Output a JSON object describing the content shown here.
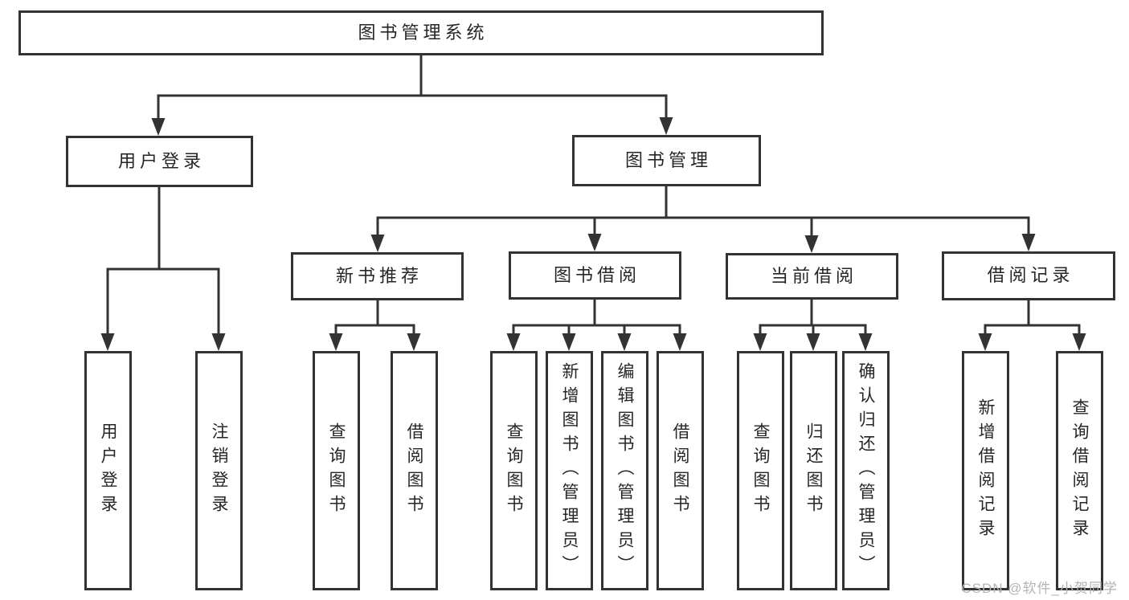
{
  "tree": {
    "root": {
      "label": "图书管理系统",
      "children": [
        {
          "label": "用户登录",
          "children": [
            {
              "label": "用户登录"
            },
            {
              "label": "注销登录"
            }
          ]
        },
        {
          "label": "图书管理",
          "children": [
            {
              "label": "新书推荐",
              "children": [
                {
                  "label": "查询图书"
                },
                {
                  "label": "借阅图书"
                }
              ]
            },
            {
              "label": "图书借阅",
              "children": [
                {
                  "label": "查询图书"
                },
                {
                  "label": "新增图书（管理员）"
                },
                {
                  "label": "编辑图书（管理员）"
                },
                {
                  "label": "借阅图书"
                }
              ]
            },
            {
              "label": "当前借阅",
              "children": [
                {
                  "label": "查询图书"
                },
                {
                  "label": "归还图书"
                },
                {
                  "label": "确认归还（管理员）"
                }
              ]
            },
            {
              "label": "借阅记录",
              "children": [
                {
                  "label": "新增借阅记录"
                },
                {
                  "label": "查询借阅记录"
                }
              ]
            }
          ]
        }
      ]
    }
  },
  "watermark": "CSDN @软件_小贺同学",
  "colors": {
    "line": "#333333",
    "text": "#262626",
    "background": "#ffffff",
    "watermark": "#b3b3b3"
  }
}
